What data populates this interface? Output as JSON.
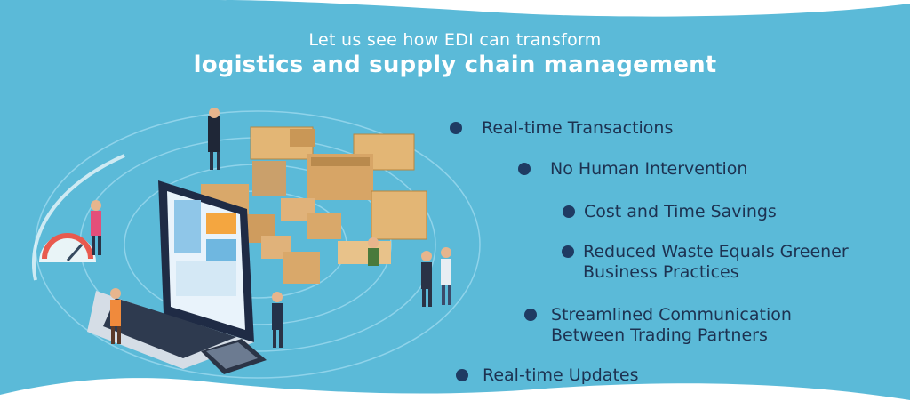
{
  "heading": {
    "subtitle": "Let us see how EDI can transform",
    "title": "logistics and supply chain management"
  },
  "benefits": [
    {
      "label": "Real-time Transactions"
    },
    {
      "label": "No Human Intervention"
    },
    {
      "label": "Cost and Time Savings"
    },
    {
      "label": "Reduced Waste Equals Greener Business Practices"
    },
    {
      "label": "Streamlined Communication Between Trading Partners"
    },
    {
      "label": "Real-time Updates"
    }
  ],
  "colors": {
    "background": "#5bbad8",
    "bullet": "#1f3b63",
    "text": "#1d3251",
    "heading": "#ffffff",
    "box": "#d9a86a"
  }
}
